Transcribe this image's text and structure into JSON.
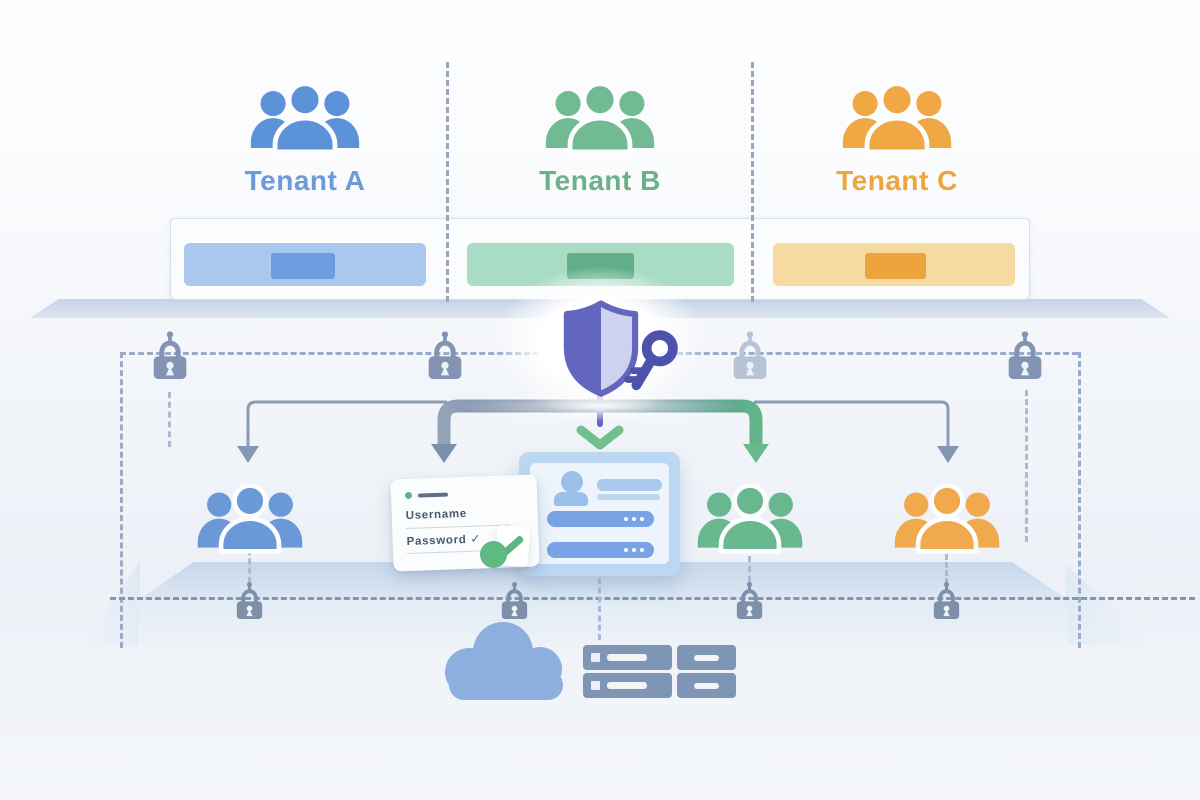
{
  "tenants": [
    {
      "label": "Tenant A",
      "label_color": "#6d9ad9",
      "users_color": "#5b92d8",
      "users_lower_color": "#6b99d8",
      "bar_color": "#aac7ed",
      "bar_inner_color": "#6d9de0"
    },
    {
      "label": "Tenant B",
      "label_color": "#6cb089",
      "users_color": "#72bb92",
      "users_lower_color": "#68b78e",
      "bar_color": "#a9dcc4",
      "bar_inner_color": "#62ae89"
    },
    {
      "label": "Tenant C",
      "label_color": "#eba63e",
      "users_color": "#f0a845",
      "users_lower_color": "#f0a94c",
      "bar_color": "#f7d9a2",
      "bar_inner_color": "#eba43e"
    }
  ],
  "security": {
    "shield_left_color": "#6366bf",
    "shield_right_color": "#cdd2ee",
    "key_color": "#4d53aa",
    "lock_color": "#8294b2",
    "lock_faded_color": "#b7c4d8",
    "lock_small_color": "#7d8fa9",
    "check_color": "#6fc08d",
    "boundary_dash_color": "#9aabc8"
  },
  "connectors": {
    "gray_arrow_color": "#8397b2",
    "green_arrow_color": "#68ba8b"
  },
  "login_card": {
    "username_label": "Username",
    "password_label": "Password",
    "password_mark": "✓",
    "status_dot_color": "#56b87e",
    "status_line_color": "#5f7086",
    "pencil_color": "#5cb584",
    "approve_dot_color": "#5eb983"
  },
  "auth_panel": {
    "panel_color": "#bcd7f1",
    "field_color": "#7aa3e6",
    "avatar_color": "#9cc0ec",
    "line_color": "#a9c9ee",
    "line2_color": "#bdd7f1"
  },
  "infrastructure": {
    "cloud_color": "#8cafe0",
    "server_color": "#7e95b5"
  }
}
